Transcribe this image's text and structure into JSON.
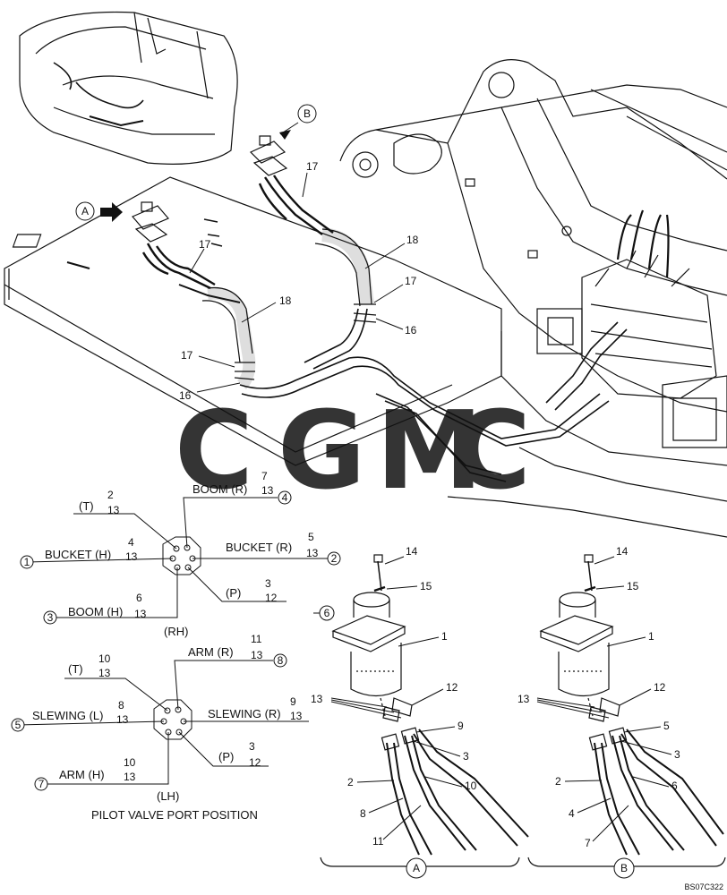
{
  "drawing_code": "BS07C322",
  "watermark": {
    "letters": [
      "C",
      "G",
      "M",
      "C"
    ],
    "colors": [
      "#5b9cf0",
      "#ef6b66",
      "#f5c330",
      "#43b07a"
    ]
  },
  "views": {
    "a": "A",
    "b": "B"
  },
  "callouts": {
    "c17": "17",
    "c18": "18",
    "c16": "16",
    "c14": "14",
    "c15": "15",
    "c1": "1",
    "c13": "13",
    "c12": "12",
    "c9": "9",
    "c3": "3",
    "c2": "2",
    "c10": "10",
    "c8": "8",
    "c11": "11",
    "c5": "5",
    "c6": "6",
    "c4": "4",
    "c7": "7",
    "circ6": "6"
  },
  "rh": {
    "caption": "(RH)",
    "ports": {
      "t": {
        "name": "(T)",
        "num": "2",
        "sub": "13"
      },
      "boom_r": {
        "name": "BOOM (R)",
        "num": "7",
        "sub": "13",
        "circle": "4"
      },
      "bucket_h": {
        "name": "BUCKET (H)",
        "num": "4",
        "sub": "13",
        "circle": "1"
      },
      "bucket_r": {
        "name": "BUCKET (R)",
        "num": "5",
        "sub": "13",
        "circle": "2"
      },
      "boom_h": {
        "name": "BOOM (H)",
        "num": "6",
        "sub": "13",
        "circle": "3"
      },
      "p": {
        "name": "(P)",
        "num": "3",
        "sub": "12"
      }
    }
  },
  "lh": {
    "caption": "(LH)",
    "ports": {
      "t": {
        "name": "(T)",
        "num": "10",
        "sub": "13"
      },
      "arm_r": {
        "name": "ARM (R)",
        "num": "11",
        "sub": "13",
        "circle": "8"
      },
      "slew_l": {
        "name": "SLEWING (L)",
        "num": "8",
        "sub": "13",
        "circle": "5"
      },
      "slew_r": {
        "name": "SLEWING (R)",
        "num": "9",
        "sub": "13"
      },
      "arm_h": {
        "name": "ARM (H)",
        "num": "10",
        "sub": "13",
        "circle": "7"
      },
      "p": {
        "name": "(P)",
        "num": "3",
        "sub": "12"
      }
    }
  },
  "footer_title": "PILOT VALVE PORT POSITION"
}
